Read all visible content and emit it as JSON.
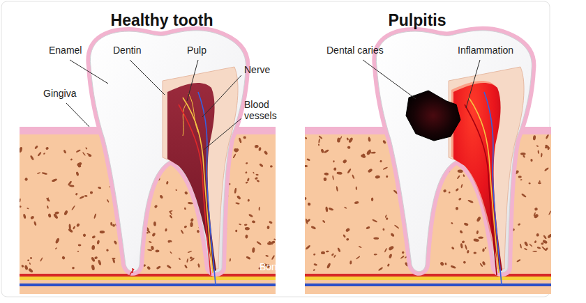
{
  "diagram": {
    "labels": [
      "Healthy tooth",
      "Pulpitis",
      "Enamel",
      "Dentin",
      "Pulp",
      "Nerve",
      "Gingiva",
      "Blood vessels",
      "Bone",
      "Dental caries",
      "Inflammation"
    ]
  }
}
